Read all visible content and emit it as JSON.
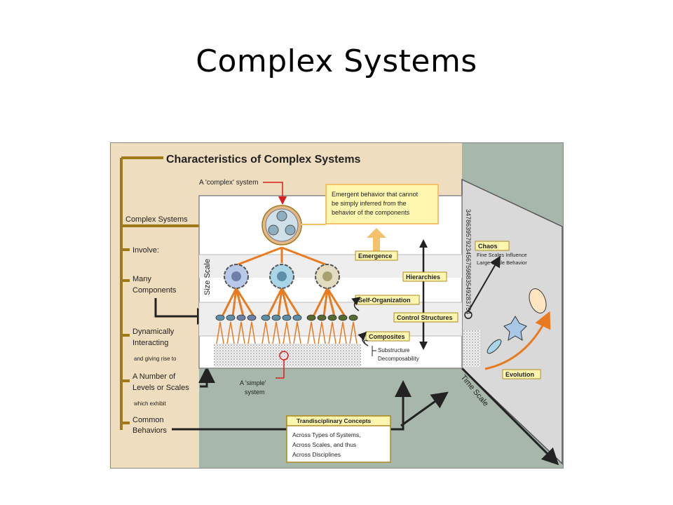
{
  "slide": {
    "title": "Complex Systems"
  },
  "figure": {
    "heading": "Characteristics of Complex Systems",
    "colors": {
      "tan": "#EFDDBF",
      "teal": "#A7B7AB",
      "gold": "#A07A1A",
      "label_yellow": "#FFF7B0",
      "label_border": "#B08A20",
      "orange": "#E87A20",
      "red": "#D91E1E"
    },
    "left_labels": {
      "complex_systems": "Complex Systems",
      "involve": "Involve:",
      "many": "Many",
      "components": "Components",
      "dynamically": "Dynamically",
      "interacting": "Interacting",
      "giving_rise": "and giving rise to",
      "a_number_of": "A Number of",
      "levels_scales": "Levels or Scales",
      "which_exhibit": "which exhibit",
      "common": "Common",
      "behaviors": "Behaviors"
    },
    "complex_system_label": "A 'complex' system",
    "simple_system_line1": "A 'simple'",
    "simple_system_line2": "system",
    "emergent_box": [
      "Emergent behavior that cannot",
      "be simply inferred from the",
      "behavior of the components"
    ],
    "size_scale": "Size Scale",
    "time_scale": "Time Scale",
    "digits": "347863957923456759883549283754",
    "tags": {
      "emergence": "Emergence",
      "hierarchies": "Hierarchies",
      "self_organization": "Self-Organization",
      "control_structures": "Control Structures",
      "composites": "Composites",
      "chaos": "Chaos",
      "evolution": "Evolution"
    },
    "composites_sub1": "Substructure",
    "composites_sub2": "Decomposability",
    "chaos_line1": "Fine Scales Influence",
    "chaos_line2": "Large Scale Behavior",
    "trans_title": "Trandisciplinary Concepts",
    "trans_lines": [
      "Across Types of Systems,",
      "Across Scales, and thus",
      "Across Disciplines"
    ]
  }
}
